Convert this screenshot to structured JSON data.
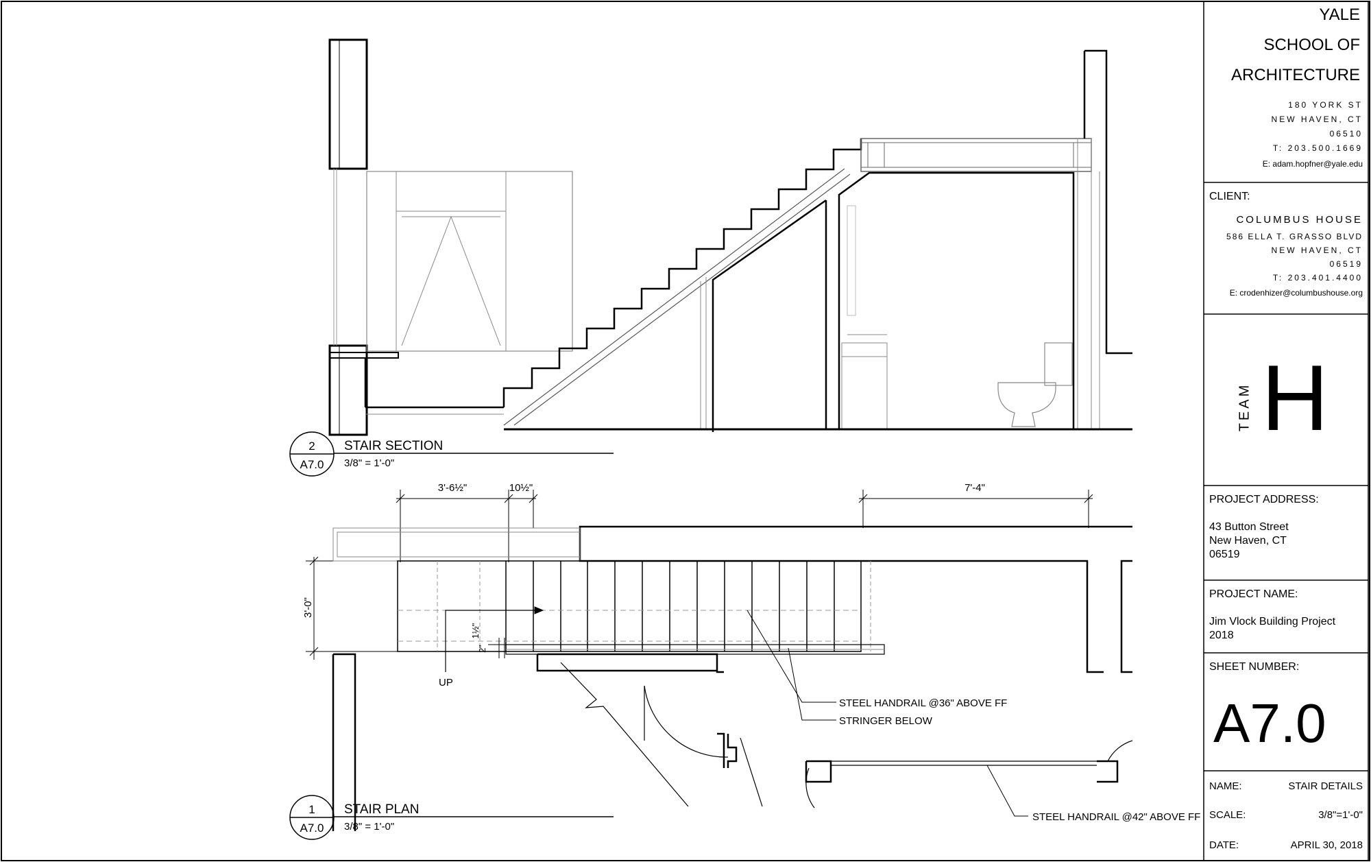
{
  "school": {
    "line1": "YALE",
    "line2": "SCHOOL OF",
    "line3": "ARCHITECTURE",
    "addr1": "180 YORK ST",
    "addr2": "NEW HAVEN, CT",
    "addr3": "06510",
    "phone": "T: 203.500.1669",
    "email": "E: adam.hopfner@yale.edu"
  },
  "client": {
    "heading": "CLIENT:",
    "name": "COLUMBUS HOUSE",
    "addr1": "586 ELLA T. GRASSO BLVD",
    "addr2": "NEW HAVEN, CT",
    "addr3": "06519",
    "phone": "T: 203.401.4400",
    "email": "E: crodenhizer@columbushouse.org"
  },
  "team": {
    "word": "TEAM",
    "letter": "H"
  },
  "project_address": {
    "heading": "PROJECT ADDRESS:",
    "line1": "43 Button Street",
    "line2": "New Haven, CT",
    "line3": "06519"
  },
  "project_name": {
    "heading": "PROJECT NAME:",
    "line1": "Jim Vlock Building Project",
    "line2": "2018"
  },
  "sheet": {
    "heading": "SHEET NUMBER:",
    "number": "A7.0"
  },
  "info": {
    "name_label": "NAME:",
    "name_value": "STAIR DETAILS",
    "scale_label": "SCALE:",
    "scale_value": "3/8\"=1'-0\"",
    "date_label": "DATE:",
    "date_value": "APRIL 30, 2018"
  },
  "drawings": {
    "section": {
      "number": "2",
      "sheet_ref": "A7.0",
      "title": "STAIR SECTION",
      "scale": "3/8\" = 1'-0\""
    },
    "plan": {
      "number": "1",
      "sheet_ref": "A7.0",
      "title": "STAIR PLAN",
      "scale": "3/8\" = 1'-0\""
    }
  },
  "plan_labels": {
    "dim_left": "3'-6½\"",
    "dim_mid": "10½\"",
    "dim_right": "7'-4\"",
    "dim_vertical": "3'-0\"",
    "dim_small1": "1½\"",
    "dim_small2": "2\"",
    "up": "UP",
    "note1": "STEEL HANDRAIL @36\" ABOVE FF",
    "note2": "STRINGER BELOW",
    "note3": "STEEL HANDRAIL @42\" ABOVE FF"
  }
}
